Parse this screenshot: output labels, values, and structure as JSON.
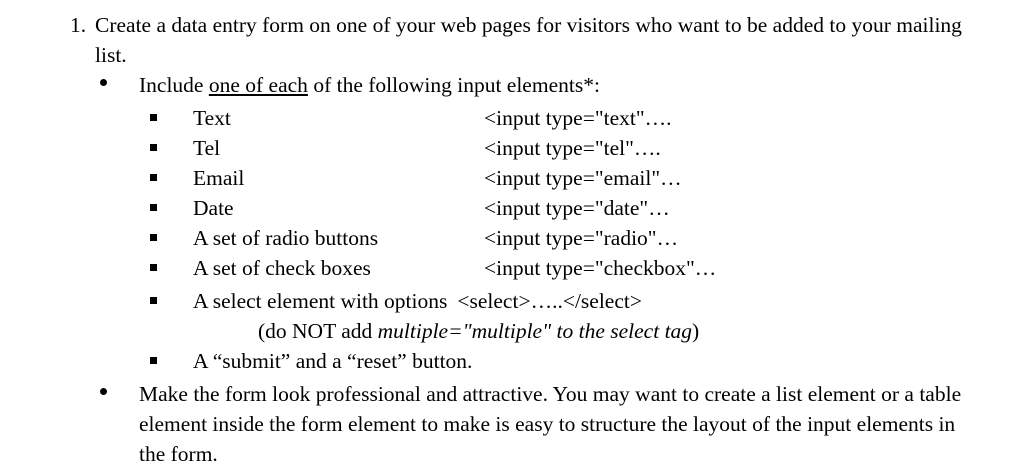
{
  "document": {
    "item_number": "1.",
    "item_text": "Create a data entry form on one of your web pages for visitors who want to be added to your mailing list.",
    "bullets": {
      "include": {
        "marker": "disc-bullet",
        "text_before": "Include ",
        "emphasis": "one of each",
        "text_after": " of the following input elements*:"
      },
      "professional": {
        "marker": "disc-bullet",
        "text": "Make the form look professional and attractive. You may want to create a list element or a table element inside the form element to make is easy to structure the layout of the input elements in the form."
      }
    },
    "input_elements": [
      {
        "label": "Text",
        "code": "<input type=\"text\"…."
      },
      {
        "label": "Tel",
        "code": "<input type=\"tel\"…."
      },
      {
        "label": "Email",
        "code": "<input type=\"email\"…"
      },
      {
        "label": "Date",
        "code": "<input type=\"date\"…"
      },
      {
        "label": "A set of radio buttons",
        "code": "<input type=\"radio\"…"
      },
      {
        "label": "A set of check boxes",
        "code": "<input type=\"checkbox\"…"
      },
      {
        "label": "A select element with options",
        "code": "<select>…..</select>"
      }
    ],
    "select_note": {
      "prefix": "(do NOT add ",
      "italic": "multiple=\"multiple\" to the select tag",
      "suffix": ")"
    },
    "buttons_item": {
      "label": "A “submit” and a “reset” button."
    },
    "colors": {
      "background": "#ffffff",
      "text": "#000000"
    }
  }
}
